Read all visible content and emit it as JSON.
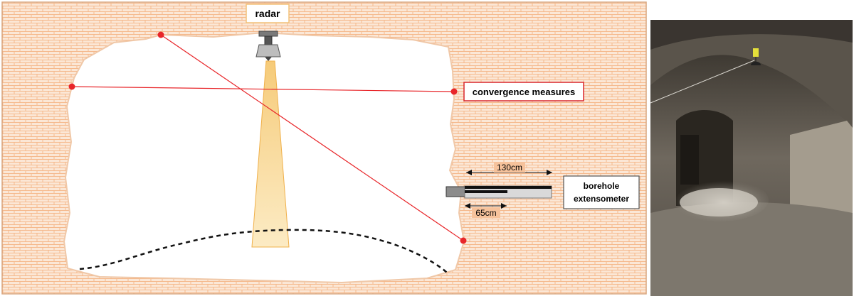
{
  "labels": {
    "radar": "radar",
    "convergence": "convergence measures",
    "borehole_line1": "borehole",
    "borehole_line2": "extensometer",
    "dim_long": "130cm",
    "dim_short": "65cm"
  },
  "colors": {
    "brick_fill": "#fbe7d6",
    "brick_line": "#f5b98c",
    "cavity_edge": "#f0c8a8",
    "measure_line": "#e8262a",
    "radar_beam": "#f5c56a",
    "dim_label_bg": "#f6c29b",
    "radar_label_border": "#f2c27a",
    "convergence_border": "#d9262b"
  }
}
